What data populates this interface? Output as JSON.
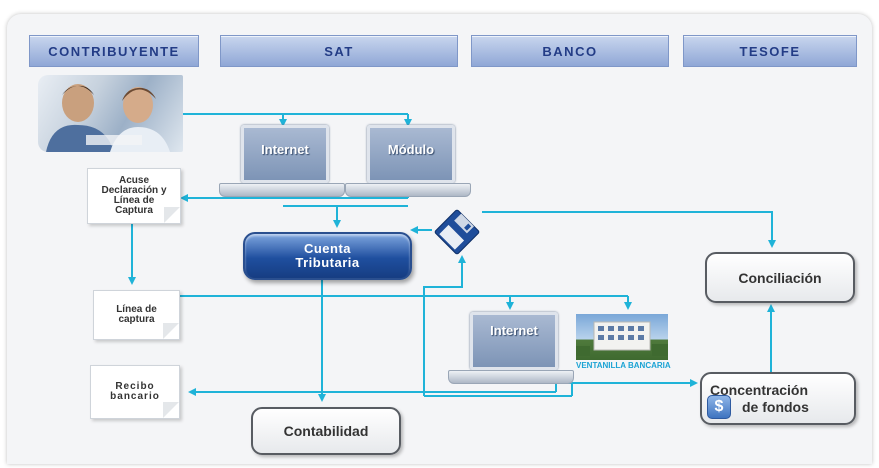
{
  "header": {
    "tabs": [
      "CONTRIBUYENTE",
      "SAT",
      "BANCO",
      "TESOFE"
    ]
  },
  "documents": {
    "acuse": "Acuse Declaración y Línea de Captura",
    "linea": "Línea de captura",
    "recibo": "Recibo bancario"
  },
  "laptops": {
    "internet_sat": "Internet",
    "modulo": "Módulo",
    "internet_banco": "Internet"
  },
  "nodes": {
    "cuenta": "Cuenta Tributaria",
    "contabilidad": "Contabilidad",
    "conciliacion": "Conciliación",
    "concentracion_title": "Concentración",
    "concentracion_sub": "de fondos"
  },
  "bank": {
    "label": "VENTANILLA BANCARIA"
  },
  "icons": {
    "dollar": "$"
  },
  "colors": {
    "flow_line": "#1fb3d8",
    "header_text": "#233c86",
    "cuenta_fill": "#1f4f9f"
  }
}
